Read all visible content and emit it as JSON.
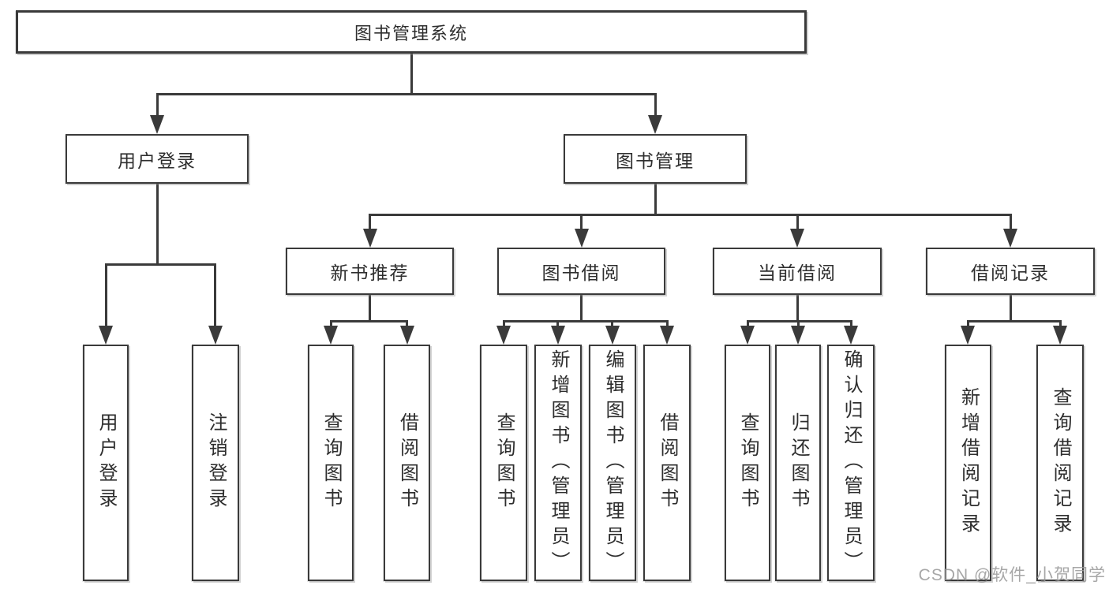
{
  "tree": {
    "root": {
      "label": "图书管理系统"
    },
    "branches": [
      {
        "label": "用户登录",
        "children": [
          "用户登录",
          "注销登录"
        ]
      },
      {
        "label": "图书管理",
        "sections": [
          {
            "label": "新书推荐",
            "children": [
              "查询图书",
              "借阅图书"
            ]
          },
          {
            "label": "图书借阅",
            "children": [
              "查询图书",
              "新增图书（管理员）",
              "编辑图书（管理员）",
              "借阅图书"
            ]
          },
          {
            "label": "当前借阅",
            "children": [
              "查询图书",
              "归还图书",
              "确认归还（管理员）"
            ]
          },
          {
            "label": "借阅记录",
            "children": [
              "新增借阅记录",
              "查询借阅记录"
            ]
          }
        ]
      }
    ]
  },
  "watermark": {
    "text": "CSDN @软件_小贺同学"
  },
  "colors": {
    "line": "#3a3a3a",
    "text": "#2e2e2e",
    "watermark": "#989898",
    "background": "#ffffff"
  }
}
